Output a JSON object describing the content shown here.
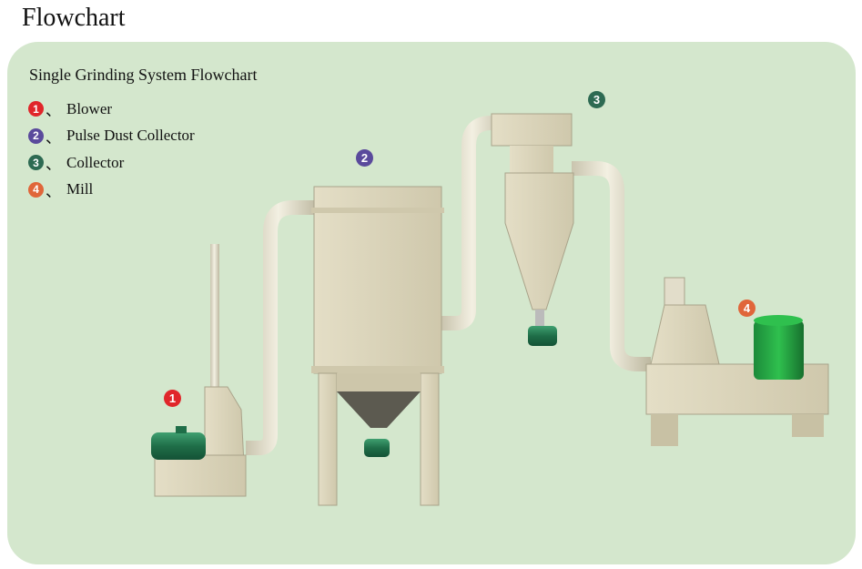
{
  "title": "Flowchart",
  "subtitle": "Single Grinding System Flowchart",
  "separator": "、",
  "legend": [
    {
      "num": "1",
      "label": "Blower",
      "color": "#e0262a"
    },
    {
      "num": "2",
      "label": "Pulse Dust Collector",
      "color": "#5a4a9c"
    },
    {
      "num": "3",
      "label": "Collector",
      "color": "#2d6a52"
    },
    {
      "num": "4",
      "label": "Mill",
      "color": "#e0663a"
    }
  ]
}
